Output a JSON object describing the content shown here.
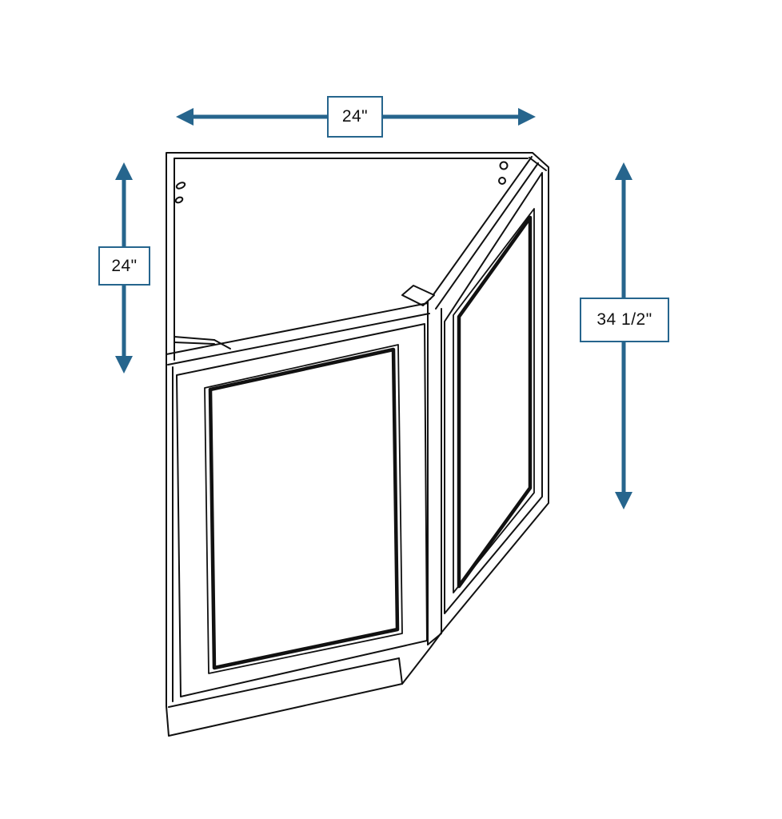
{
  "diagram": {
    "kind": "cabinet-dimension-line-drawing",
    "labels": {
      "width": "24\"",
      "depth": "24\"",
      "height": "34 1/2\""
    },
    "colors": {
      "arrow_blue": "#26658d",
      "line_black": "#111111",
      "background": "#ffffff"
    }
  }
}
